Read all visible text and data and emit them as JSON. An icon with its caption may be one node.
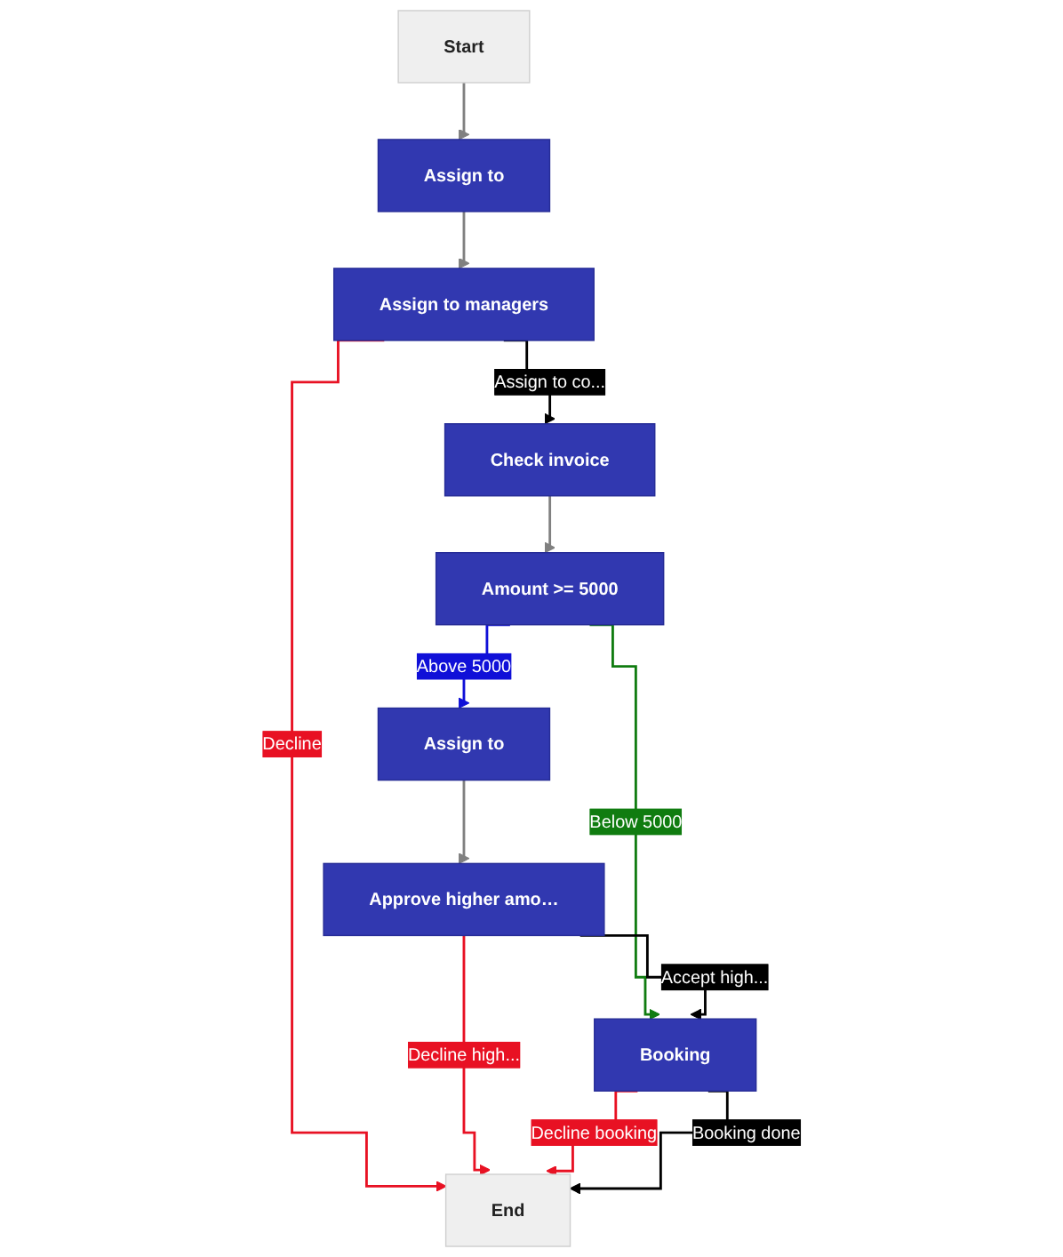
{
  "diagram": {
    "nodes": [
      {
        "text": [
          "Start"
        ]
      },
      {
        "text": [
          "Assign to"
        ]
      },
      {
        "text": [
          "Assign to managers"
        ]
      },
      {
        "text": [
          "Check invoice"
        ]
      },
      {
        "text": [
          "Amount >= 5000"
        ]
      },
      {
        "text": [
          "Assign to"
        ]
      },
      {
        "text": [
          "Approve higher amo…"
        ]
      },
      {
        "text": [
          "Booking"
        ]
      },
      {
        "text": [
          "End"
        ]
      }
    ],
    "edges": [
      {
        "from": 0,
        "to": 1,
        "arrow": "to"
      },
      {
        "from": 1,
        "to": 2,
        "arrow": "to"
      },
      {
        "from": 2,
        "to": 3,
        "arrow": "to",
        "label": "Assign to co...",
        "color": "#000000"
      },
      {
        "from": 2,
        "to": 8,
        "arrow": "to",
        "label": "Decline",
        "color": "#e81123"
      },
      {
        "from": 3,
        "to": 4,
        "arrow": "to"
      },
      {
        "from": 4,
        "to": 5,
        "arrow": "to",
        "label": "Above 5000",
        "color": "#1010d8"
      },
      {
        "from": 4,
        "to": 7,
        "arrow": "to",
        "label": "Below 5000",
        "color": "#107c10"
      },
      {
        "from": 5,
        "to": 6,
        "arrow": "to"
      },
      {
        "from": 6,
        "to": 7,
        "arrow": "to",
        "label": "Accept high...",
        "color": "#000000"
      },
      {
        "from": 6,
        "to": 8,
        "arrow": "to",
        "label": "Decline high...",
        "color": "#e81123"
      },
      {
        "from": 7,
        "to": 8,
        "arrow": "to",
        "label": "Decline booking",
        "color": "#e81123"
      },
      {
        "from": 7,
        "to": 8,
        "arrow": "to",
        "label": "Booking done",
        "color": "#000000"
      }
    ]
  }
}
